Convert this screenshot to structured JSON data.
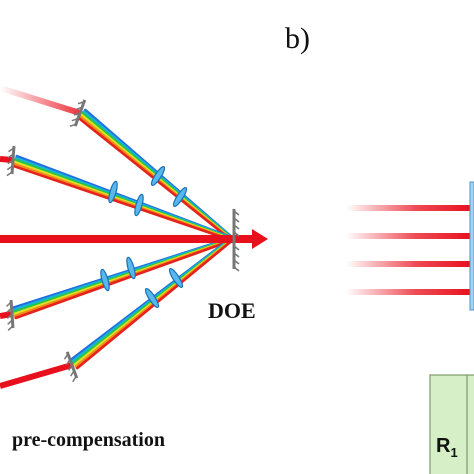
{
  "labels": {
    "panel_b": "b)",
    "doe": "DOE",
    "pre_compensation": "pre-compensation",
    "r1_letter": "R",
    "r1_subscript": "1"
  },
  "colors": {
    "beam_red": "#e8101c",
    "spectrum": [
      "#1f6fe0",
      "#18b4d8",
      "#27c44a",
      "#e2e021",
      "#f2891b",
      "#e3231c"
    ],
    "mirror_gray": "#777777",
    "lens_fill": "#58b8ee",
    "lens_stroke": "#1b6fb5",
    "r1_box_fill": "#d6efc6",
    "r1_box_stroke": "#7a9b6a",
    "plate_fill": "#a7d4ef"
  }
}
